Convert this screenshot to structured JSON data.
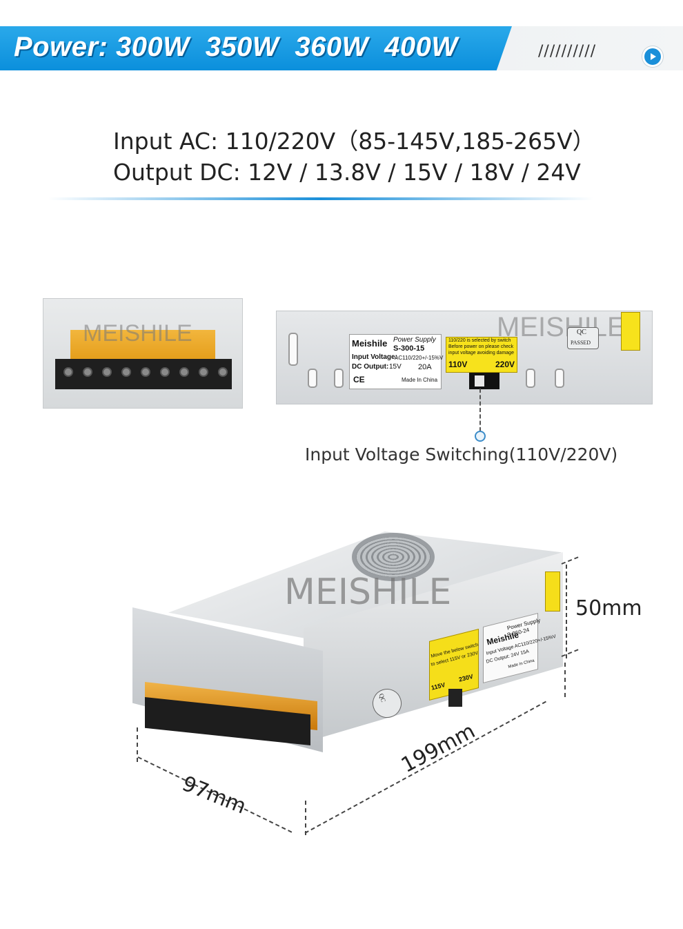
{
  "banner": {
    "title": "Power: 300W  350W  360W  400W",
    "slashes": "//////////",
    "accent": "#0b8fdc"
  },
  "specs": {
    "input": "Input AC: 110/220V（85-145V,185-265V）",
    "output": "Output DC: 12V / 13.8V / 15V / 18V / 24V"
  },
  "watermark": "MEISHILE",
  "side_label": {
    "brand": "Meishile",
    "type": "Power Supply",
    "model": "S-300-15",
    "input_label": "Input Voltage:",
    "input_value": "AC110/220+/-15%V",
    "output_label": "DC Output:",
    "output_value": "15V",
    "output_amp": "20A",
    "certs": "CE",
    "made": "Made In China"
  },
  "switch_label": {
    "line1": "110/220 is selected by switch",
    "line2": "Before power on please check",
    "line3": "input voltage avoiding damage",
    "low": "110V",
    "high": "220V"
  },
  "qc": {
    "title": "QC",
    "status": "PASSED"
  },
  "switch_caption": "Input Voltage Switching(110V/220V)",
  "unit_label": {
    "brand": "Meishile",
    "type": "Power Supply",
    "model": "S-360-24",
    "input": "Input Voltage AC110/220+/-15%V",
    "output": "DC Output: 24V   15A",
    "made": "Made In China",
    "switch_note1": "Move the below switch",
    "switch_note2": "to select 115V or 230V",
    "low": "115V",
    "high": "230V"
  },
  "dimensions": {
    "height": "50mm",
    "length": "199mm",
    "width": "97mm"
  }
}
